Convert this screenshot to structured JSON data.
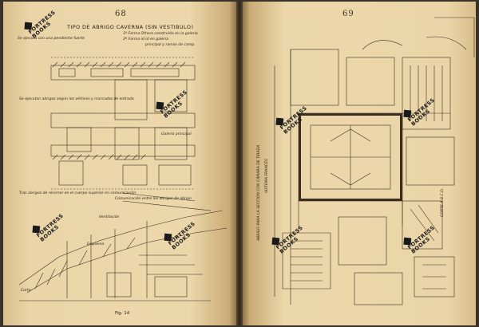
{
  "left_page": {
    "page_number": "68",
    "title": "TIPO DE ABRIGO CAVERNA (SIN VESTIBULO)",
    "legend_lines": [
      "1º Forma Ofrece construida en la galería",
      "2º Forma id  id  en galería",
      "principal y ramas de camp."
    ],
    "intro_note": "Se ejecuta con una pendiente fuerte",
    "annotations": [
      "Se ejecutan abrigos según los vértices y marcados de entrada.",
      "Galería principal",
      "Tras abrigos de recorrer en el cuerpo superior en comunicación",
      "Comunicación entre los abrigos de abrigo",
      "Ventilación",
      "Esquema",
      "Corte"
    ],
    "figure_caption": "Fig. 14"
  },
  "right_page": {
    "page_number": "69",
    "vertical_labels": [
      "ABRIGO PARA LA SECCIÓN CON CÁMARA DE TIRADA",
      "SISTEMA FRANCÉS",
      "CORTE A.B.C.D."
    ]
  },
  "watermark": {
    "line1": "FORTRESS",
    "line2": "BOOKS"
  },
  "colors": {
    "paper": "#ebd5a8",
    "ink": "#2e251b",
    "watermark": "#1a1a1a"
  }
}
